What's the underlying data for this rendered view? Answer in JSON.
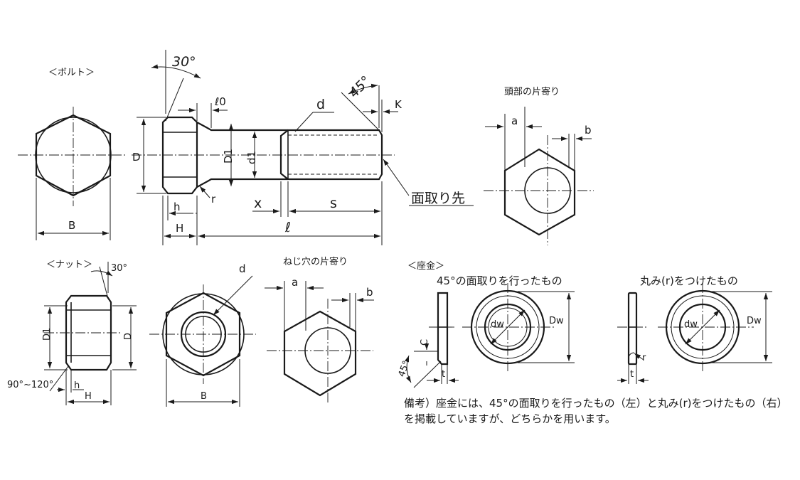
{
  "bolt": {
    "section_title": "＜ボルト＞",
    "angle_30": "30°",
    "label_l0": "ℓ0",
    "label_d_top": "d",
    "angle_45": "45°",
    "label_K": "K",
    "label_D": "D",
    "label_D1": "D1",
    "label_d1": "d1",
    "label_r": "r",
    "chamfer_tip": "面取り先",
    "label_h": "h",
    "label_x": "x",
    "label_s": "s",
    "label_B": "B",
    "label_H": "H",
    "label_l": "ℓ"
  },
  "head_offset": {
    "title": "頭部の片寄り",
    "label_a": "a",
    "label_b": "b"
  },
  "nut": {
    "section_title": "＜ナット＞",
    "angle_30": "30°",
    "label_D1": "D1",
    "label_D": "D",
    "angle_range": "90°~120°",
    "label_h": "h",
    "label_H": "H",
    "label_d": "d",
    "label_B": "B"
  },
  "hole_offset": {
    "title": "ねじ穴の片寄り",
    "label_a": "a",
    "label_b": "b"
  },
  "washer": {
    "section_title": "＜座金＞",
    "chamfered_title": "45°の面取りを行ったもの",
    "rounded_title": "丸み(r)をつけたもの",
    "label_C": "C",
    "label_45": "45°",
    "label_t1": "t",
    "label_dw1": "dw",
    "label_Dw1": "Dw",
    "label_t2": "t",
    "label_r": "r",
    "label_dw2": "dw",
    "label_Dw2": "Dw"
  },
  "note": {
    "line1": "備考）座金には、45°の面取りを行ったもの（左）と丸み(r)をつけたもの（右）",
    "line2": "を掲載していますが、どちらかを用います。"
  }
}
